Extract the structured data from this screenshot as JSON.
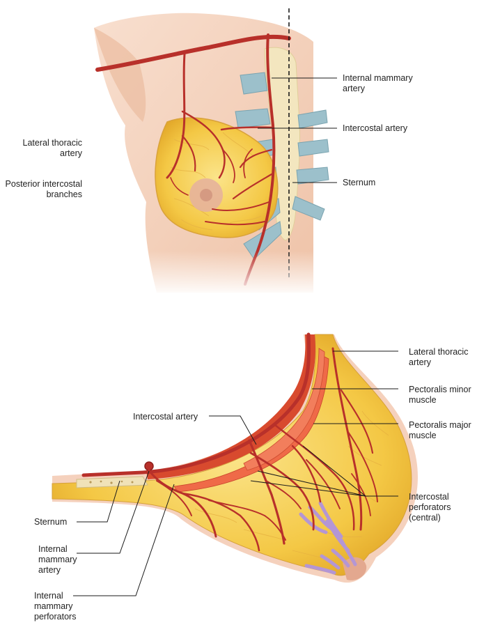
{
  "colors": {
    "artery": "#b8302a",
    "artery_dark": "#8e1f1b",
    "skin": "#f5d4c0",
    "skin_shade": "#e7b79c",
    "fat": "#f4c845",
    "fat_light": "#fadf7a",
    "muscle": "#e85c3c",
    "sternum": "#f0e2b8",
    "ribs": "#8fb6c2",
    "ducts": "#b496d4",
    "leader": "#1a1a1a"
  },
  "top_view": {
    "labels": {
      "internal_mammary_artery": "Internal mammary\nartery",
      "intercostal_artery": "Intercostal artery",
      "sternum": "Sternum",
      "lateral_thoracic_artery": "Lateral thoracic\nartery",
      "posterior_intercostal_branches": "Posterior intercostal\nbranches"
    }
  },
  "side_view": {
    "labels": {
      "lateral_thoracic_artery": "Lateral thoracic\nartery",
      "pectoralis_minor_muscle": "Pectoralis minor\nmuscle",
      "pectoralis_major_muscle": "Pectoralis major\nmuscle",
      "intercostal_artery": "Intercostal artery",
      "intercostal_perforators": "Intercostal\nperforators\n(central)",
      "sternum": "Sternum",
      "internal_mammary_artery": "Internal\nmammary\nartery",
      "internal_mammary_perforators": "Internal\nmammary\nperforators"
    }
  }
}
